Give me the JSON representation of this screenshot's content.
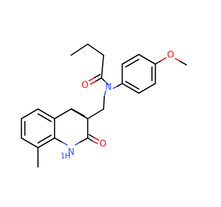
{
  "molecule": {
    "colors": {
      "carbon_bond": "#000000",
      "oxygen": "#ff0d0d",
      "nitrogen": "#3050f8",
      "background": "#ffffff"
    },
    "atoms": {
      "amide_oxygen": "O",
      "amide_nitrogen": "N",
      "methoxy_oxygen": "O",
      "ring_oxygen": "O",
      "ring_nitrogen": "N",
      "ring_nitrogen_h": "H",
      "ring_nitrogen_h1": "1"
    }
  }
}
